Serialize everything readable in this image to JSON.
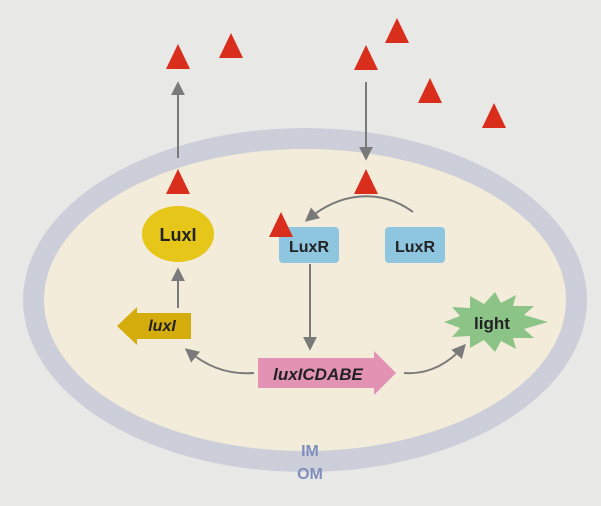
{
  "labels": {
    "luxi_protein": "LuxI",
    "luxr_bound": "LuxR",
    "luxr_free": "LuxR",
    "luxi_gene": "luxI",
    "operon": "luxICDABE",
    "light": "light",
    "inner_membrane": "IM",
    "outer_membrane": "OM"
  },
  "colors": {
    "background": "#e8e8e6",
    "membrane": "#cccfd9",
    "cytoplasm": "#f3ecdb",
    "autoinducer": "#d92e1c",
    "luxi_protein": "#e5c619",
    "luxr": "#8ec5df",
    "luxi_gene_arrow": "#d4ad0c",
    "operon_arrow": "#e293b4",
    "light_burst": "#8cc488",
    "arrow": "#7a7a7a",
    "membrane_text": "#7f8ebd"
  },
  "icons": {
    "autoinducer": "red-triangle-icon",
    "light": "starburst-icon"
  }
}
